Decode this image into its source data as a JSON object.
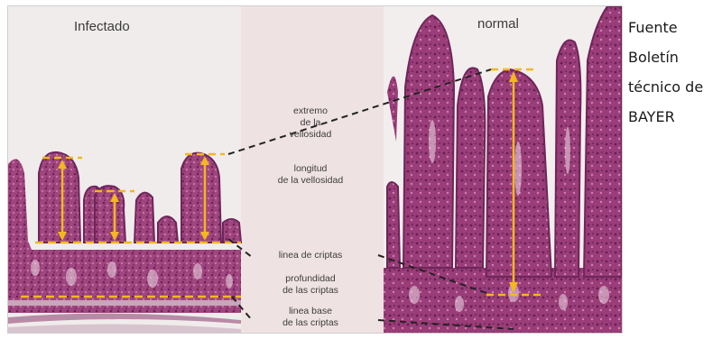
{
  "figure": {
    "label_infected": "Infectado",
    "label_normal": "normal",
    "annotations": [
      {
        "line1": "extremo",
        "line2": "de la",
        "line3": "vellosidad"
      },
      {
        "line1": "longitud",
        "line2": "de la vellosidad"
      },
      {
        "line1": "linea de criptas"
      },
      {
        "line1": "profundidad",
        "line2": "de las criptas"
      },
      {
        "line1": "linea base",
        "line2": "de las criptas"
      }
    ],
    "colors": {
      "tissue": "#9e3f7c",
      "tissue_dark": "#6e2659",
      "measure_yellow": "#f2b81e",
      "dashed_line": "#222222"
    }
  },
  "source": {
    "line1": "Fuente",
    "line2": "Boletín",
    "line3": "técnico de",
    "line4": "BAYER"
  }
}
